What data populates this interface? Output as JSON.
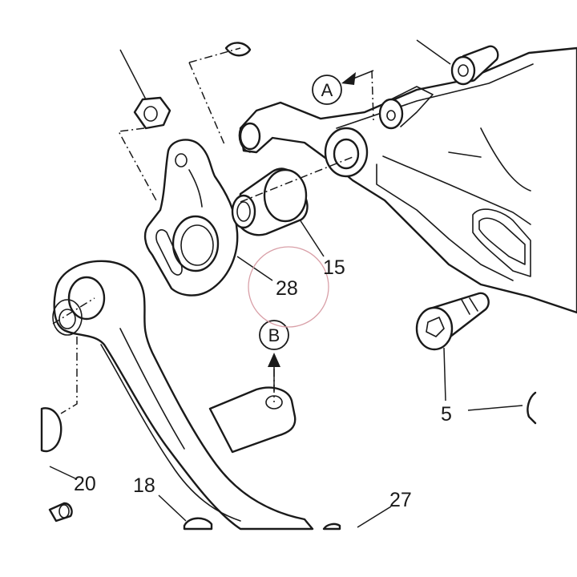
{
  "labels": {
    "l15": "15",
    "l28": "28",
    "l5": "5",
    "l20": "20",
    "l18": "18",
    "l27": "27"
  },
  "refs": {
    "a": "A",
    "b": "B"
  },
  "colors": {
    "line": "#1a1a1a",
    "highlight": "#d9a0a8",
    "background": "#ffffff"
  }
}
